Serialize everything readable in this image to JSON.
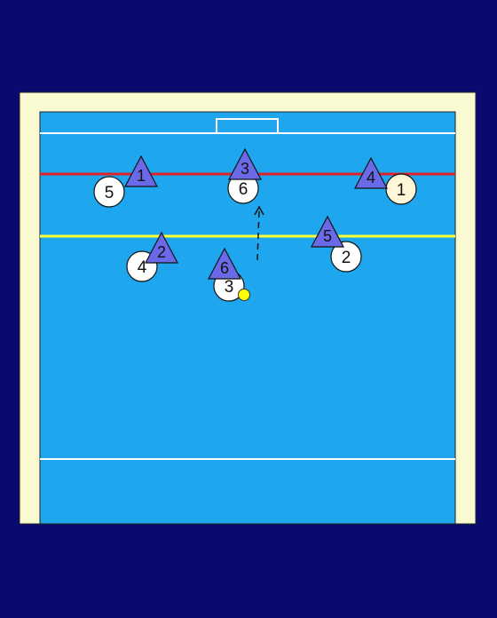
{
  "colors": {
    "background": "#0a0a6e",
    "deck": "#fafad2",
    "pool_water": "#1ea7ee",
    "red_line": "#e0202a",
    "yellow_line": "#ffff33",
    "white_line": "#ffffff",
    "defender_fill": "#6a6ae8",
    "attacker_fill": "#ffffff",
    "attacker_1_fill": "#fff6d8",
    "ball": "#ffff00"
  },
  "defenders": [
    {
      "label": "1"
    },
    {
      "label": "2"
    },
    {
      "label": "3"
    },
    {
      "label": "4"
    },
    {
      "label": "5"
    },
    {
      "label": "6"
    }
  ],
  "attackers": [
    {
      "label": "1"
    },
    {
      "label": "2"
    },
    {
      "label": "3"
    },
    {
      "label": "4"
    },
    {
      "label": "5"
    },
    {
      "label": "6"
    }
  ],
  "ball": {
    "icon": "ball-icon"
  },
  "movement_arrow": {
    "icon": "dashed-arrow-icon"
  }
}
